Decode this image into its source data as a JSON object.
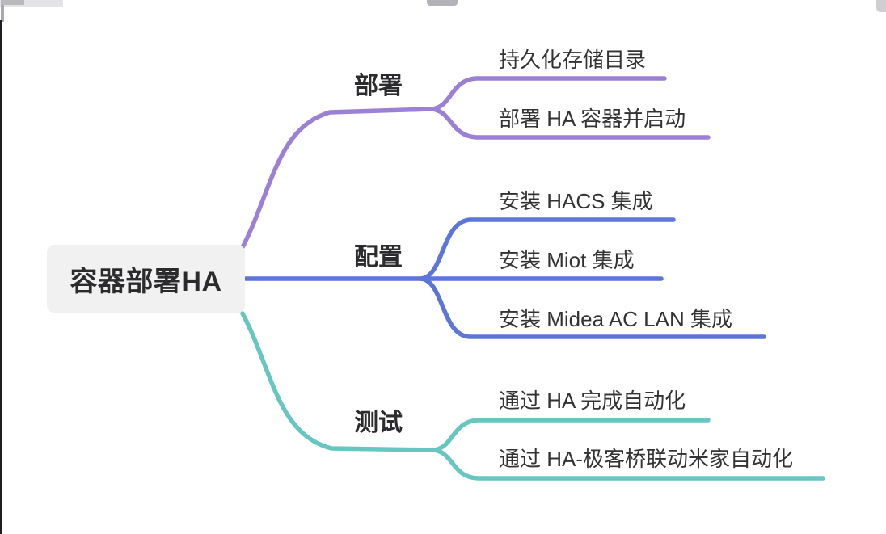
{
  "mindmap": {
    "root": {
      "label": "容器部署HA",
      "box_bg": "#f1f1f2",
      "text_color": "#2b2b2d"
    },
    "branches": [
      {
        "label": "部署",
        "color": "#9c80d6",
        "children": [
          {
            "label": "持久化存储目录"
          },
          {
            "label": "部署 HA 容器并启动"
          }
        ]
      },
      {
        "label": "配置",
        "color": "#5d75d8",
        "children": [
          {
            "label": "安装 HACS 集成"
          },
          {
            "label": "安装 Miot 集成"
          },
          {
            "label": "安装 Midea AC LAN 集成"
          }
        ]
      },
      {
        "label": "测试",
        "color": "#68c6c0",
        "children": [
          {
            "label": "通过 HA 完成自动化"
          },
          {
            "label": "通过 HA-极客桥联动米家自动化"
          }
        ]
      }
    ]
  }
}
